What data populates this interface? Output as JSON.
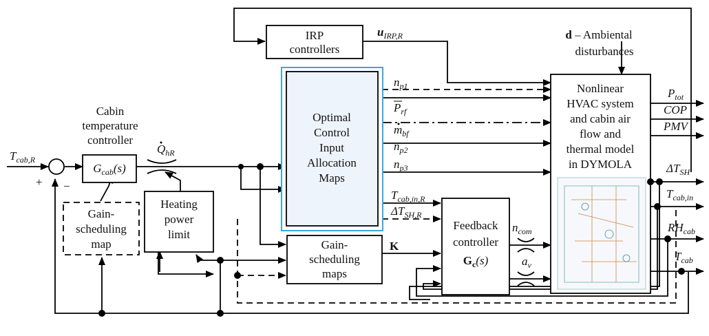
{
  "blocks": {
    "irp": [
      "IRP",
      "controllers"
    ],
    "ambient": {
      "symbol": "d",
      "text": " – Ambiental",
      "line2": "disturbances"
    },
    "optimal": [
      "Optimal",
      "Control",
      "Input",
      "Allocation",
      "Maps"
    ],
    "nonlinear": [
      "Nonlinear",
      "HVAC system",
      "and cabin air",
      "flow and",
      "thermal model",
      "in DYMOLA"
    ],
    "cabin_ctrl": [
      "Cabin",
      "temperature",
      "controller"
    ],
    "gcab": {
      "main": "G",
      "sub": "cab",
      "suffix": "(s)"
    },
    "gain_map": [
      "Gain-",
      "scheduling",
      "map"
    ],
    "heating": [
      "Heating",
      "power",
      "limit"
    ],
    "gain_maps": [
      "Gain-",
      "scheduling",
      "maps"
    ],
    "feedback": [
      "Feedback",
      "controller",
      "G",
      "c",
      "(s)"
    ]
  },
  "signals": {
    "u_irp": {
      "main": "u",
      "sub": "IRP,R"
    },
    "q_hr": {
      "main": "Q",
      "sub": "hR"
    },
    "t_cabR": {
      "main": "T",
      "sub": "cab,R"
    },
    "plus": "+",
    "minus": "−",
    "np1": {
      "main": "n",
      "sub": "p1"
    },
    "prf": {
      "main": "P",
      "sub": "rf"
    },
    "mbf": {
      "main": "m",
      "sub": "bf"
    },
    "np2": {
      "main": "n",
      "sub": "p2"
    },
    "np3": {
      "main": "n",
      "sub": "p3"
    },
    "tcabinR": {
      "main": "T",
      "sub": "cab,in,R"
    },
    "dtshR": {
      "main": "ΔT",
      "sub": "SH,R"
    },
    "K": "K",
    "ncom": {
      "main": "n",
      "sub": "com"
    },
    "av": {
      "main": "a",
      "sub": "v"
    },
    "ptot": {
      "main": "P",
      "sub": "tot"
    },
    "cop": "COP",
    "pmv": "PMV",
    "dtsh": {
      "main": "ΔT",
      "sub": "SH"
    },
    "tcabin": {
      "main": "T",
      "sub": "cab,in"
    },
    "rhcab": {
      "main": "RH",
      "sub": "cab"
    },
    "tcab": {
      "main": "T",
      "sub": "cab"
    }
  }
}
